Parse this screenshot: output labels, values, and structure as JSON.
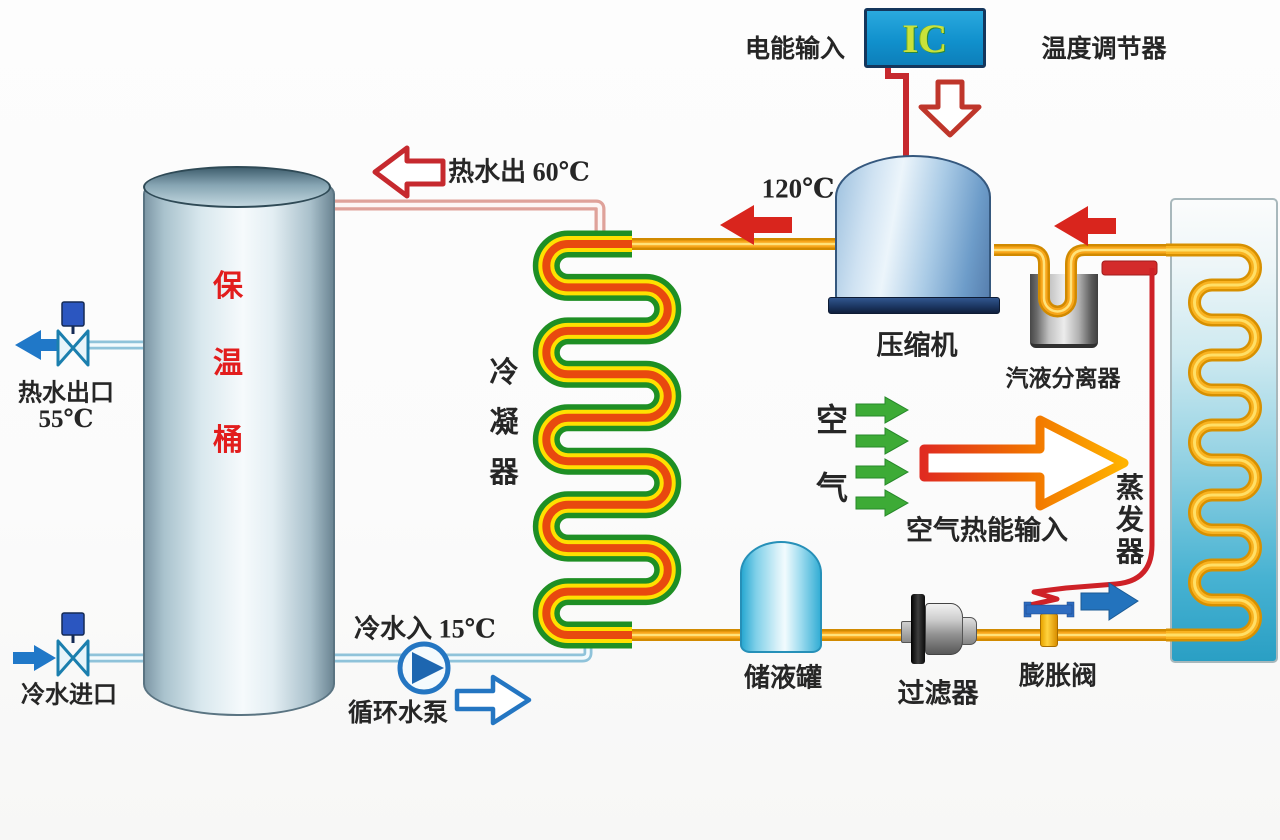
{
  "labels": {
    "power_input": "电能输入",
    "ic": "IC",
    "temperature_regulator": "温度调节器",
    "temp_compressor_out": "120℃",
    "compressor": "压缩机",
    "vapor_liquid_separator": "汽液分离器",
    "hot_water_out": "热水出 60℃",
    "hot_water_outlet": "热水出口",
    "hot_water_outlet_temp": "55℃",
    "cold_water_inlet": "冷水进口",
    "cold_water_in": "冷水入 15℃",
    "circulation_pump": "循环水泵",
    "air_heat_input": "空气热能输入",
    "receiver": "储液罐",
    "filter": "过滤器",
    "expansion_valve": "膨胀阀"
  },
  "vertical_labels": {
    "tank": [
      "保",
      "温",
      "桶"
    ],
    "condenser": [
      "冷",
      "凝",
      "器"
    ],
    "evaporator": [
      "蒸",
      "发",
      "器"
    ],
    "air": [
      "空",
      "气"
    ]
  },
  "colors": {
    "refrigerant_pipe_orange": "#f7a81c",
    "hot_water_pipe_pink": "#dfa29a",
    "cold_water_pipe_blue": "#8fc3da",
    "condenser_coil_green": "#1e8f24",
    "condenser_coil_yellow": "#ffe000",
    "condenser_coil_red": "#e8490f",
    "control_wire_red": "#c6292e",
    "ic_box_blue": "#1191cd",
    "flow_arrow_red": "#d9251d",
    "air_arrow_green": "#3dab36",
    "water_arrow_blue": "#2078c8",
    "tank_label_red": "#e21d1d"
  }
}
